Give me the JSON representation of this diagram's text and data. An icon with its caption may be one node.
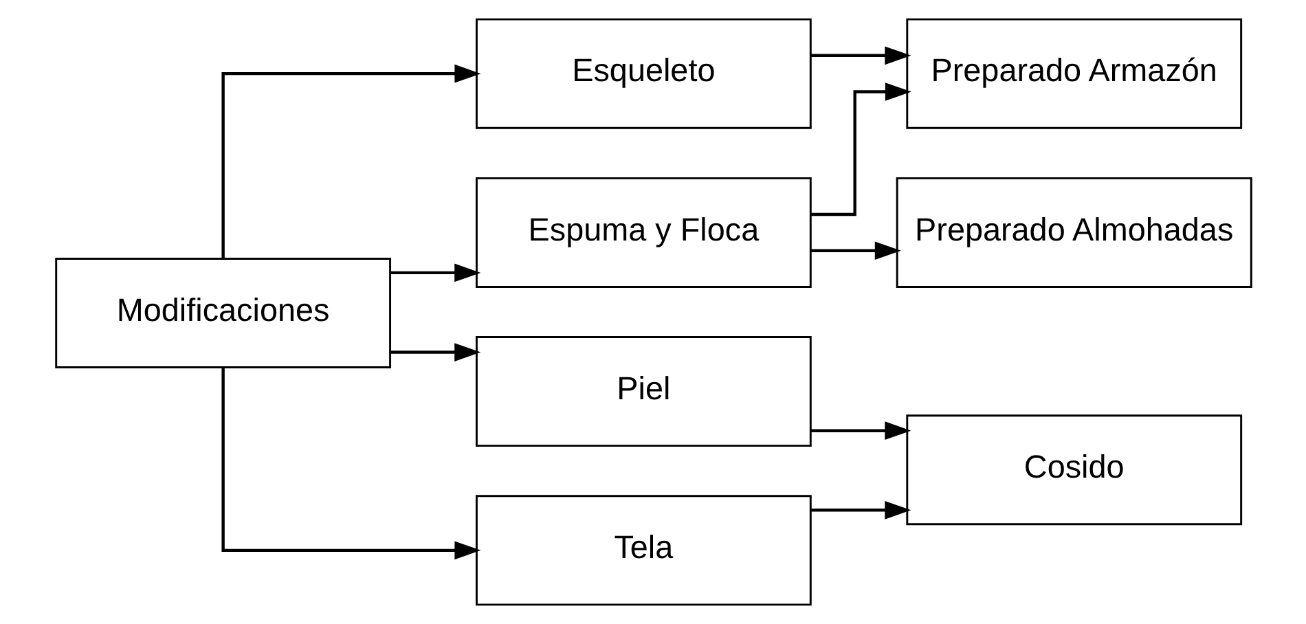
{
  "diagram": {
    "nodes": [
      {
        "text": [
          "Modificaciones"
        ]
      },
      {
        "text": [
          "Esqueleto"
        ]
      },
      {
        "text": [
          "Espuma y Floca"
        ]
      },
      {
        "text": [
          "Piel"
        ]
      },
      {
        "text": [
          "Tela"
        ]
      },
      {
        "text": [
          "Preparado Armazón"
        ]
      },
      {
        "text": [
          "Preparado Almohadas"
        ]
      },
      {
        "text": [
          "Cosido"
        ]
      }
    ],
    "edges": [
      {
        "from": 0,
        "to": 1,
        "arrow": "to"
      },
      {
        "from": 0,
        "to": 2,
        "arrow": "to"
      },
      {
        "from": 0,
        "to": 3,
        "arrow": "to"
      },
      {
        "from": 0,
        "to": 4,
        "arrow": "to"
      },
      {
        "from": 1,
        "to": 5,
        "arrow": "to"
      },
      {
        "from": 2,
        "to": 5,
        "arrow": "to"
      },
      {
        "from": 2,
        "to": 6,
        "arrow": "to"
      },
      {
        "from": 3,
        "to": 7,
        "arrow": "to"
      },
      {
        "from": 4,
        "to": 7,
        "arrow": "to"
      }
    ]
  }
}
